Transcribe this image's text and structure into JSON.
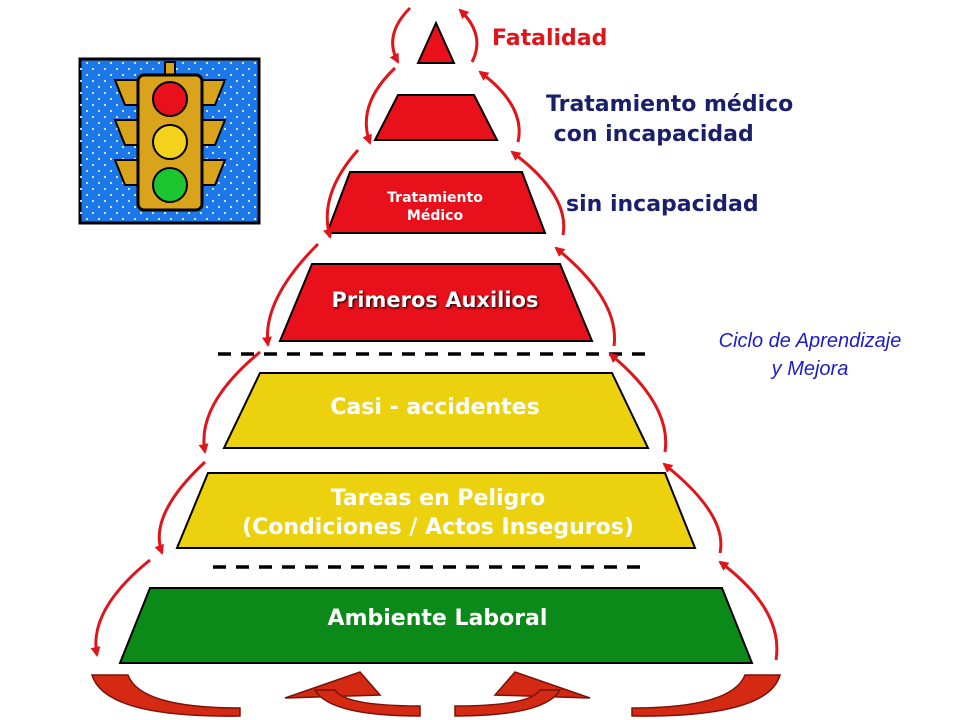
{
  "pyramid": {
    "top_label": "Fatalidad",
    "tiers": [
      {
        "text": ""
      },
      {
        "text": "Tratamiento\nMédico"
      },
      {
        "text": "Primeros Auxilios"
      },
      {
        "text": "Casi - accidentes"
      },
      {
        "text": "Tareas en Peligro\n(Condiciones / Actos Inseguros)"
      },
      {
        "text": "Ambiente Laboral"
      }
    ]
  },
  "side_labels": {
    "treatment_with": "Tratamiento médico\n con incapacidad",
    "treatment_without": "sin incapacidad"
  },
  "cycle_label": "Ciclo de Aprendizaje\ny Mejora",
  "colors": {
    "red_tier": "#e8101a",
    "yellow_tier": "#ecd10f",
    "green_tier": "#0b8a1a",
    "arrow": "#e0141b",
    "traffic_bg": "#1c78e8",
    "traffic_body": "#d9a31c"
  },
  "icons": [
    "traffic-light-icon",
    "cycle-arrow-icon"
  ]
}
